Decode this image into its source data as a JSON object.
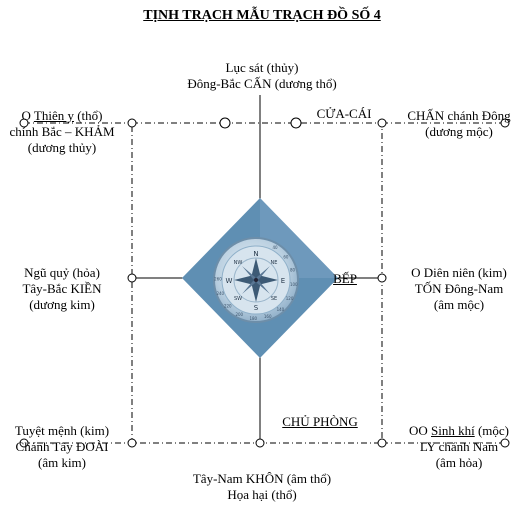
{
  "title": "TỊNH TRẠCH MẪU TRẠCH ĐỒ SỐ 4",
  "top": {
    "line1": "Lục sát (thủy)",
    "line2": "Đông-Bắc CẤN (dương thổ)"
  },
  "top_left": {
    "prefix": "O ",
    "name": "Thiên y",
    "suffix": " (thổ)",
    "line2": "chính Bắc – KHẢM",
    "line3": "(dương thủy)"
  },
  "top_right": {
    "line1": "CHẤN chánh Đông",
    "line2": "(dương mộc)"
  },
  "door_label": "CỬA-CÁI",
  "left": {
    "line1": "Ngũ quỷ (hỏa)",
    "line2": "Tây-Bắc KIỀN",
    "line3": "(dương kim)"
  },
  "right": {
    "line1": "O Diên niên (kim)",
    "line2": "TỐN Đông-Nam",
    "line3": "(âm mộc)"
  },
  "kitchen_label": "BẾP",
  "owner_room_label": "CHỦ PHÒNG",
  "bottom_left": {
    "line1": "Tuyệt mệnh (kim)",
    "line2": "Chánh Tây ĐOÀI",
    "line3": "(âm kim)"
  },
  "bottom_right": {
    "prefix": "OO ",
    "name": "Sinh khí",
    "suffix": " (mộc)",
    "line2": "LY chánh Nam",
    "line3": "(âm hỏa)"
  },
  "bottom": {
    "line1": "Tây-Nam KHÔN (âm thổ)",
    "line2": "Họa hại (thổ)"
  },
  "compass": {
    "letters": [
      "N",
      "E",
      "S",
      "W",
      "NE",
      "SE",
      "SW",
      "NW"
    ],
    "scale": [
      "40",
      "60",
      "80",
      "100",
      "120",
      "140",
      "160",
      "180",
      "200",
      "220",
      "240",
      "260"
    ]
  },
  "colors": {
    "diamond": "#5f8fb3",
    "compass_body": "#a7c3d9",
    "lines": "#000000"
  }
}
